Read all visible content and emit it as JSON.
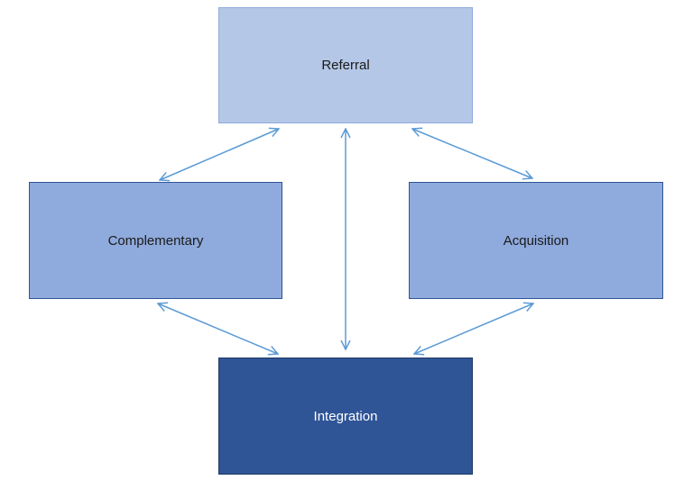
{
  "nodes": {
    "referral": {
      "label": "Referral"
    },
    "complementary": {
      "label": "Complementary"
    },
    "acquisition": {
      "label": "Acquisition"
    },
    "integration": {
      "label": "Integration"
    }
  },
  "edges": [
    {
      "from": "referral",
      "to": "complementary",
      "direction": "both"
    },
    {
      "from": "referral",
      "to": "integration",
      "direction": "both"
    },
    {
      "from": "referral",
      "to": "acquisition",
      "direction": "both"
    },
    {
      "from": "complementary",
      "to": "integration",
      "direction": "both"
    },
    {
      "from": "acquisition",
      "to": "integration",
      "direction": "both"
    }
  ],
  "colors": {
    "referral_fill": "#b4c7e7",
    "complementary_fill": "#8faadc",
    "acquisition_fill": "#8faadc",
    "integration_fill": "#2f5597",
    "connector": "#5b9bd5"
  }
}
